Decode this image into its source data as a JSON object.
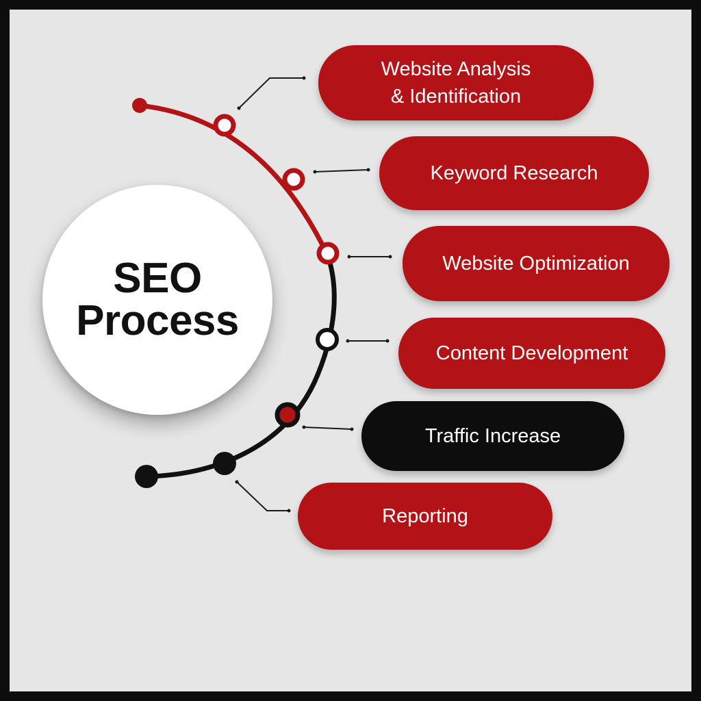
{
  "title": {
    "line1": "SEO",
    "line2": "Process"
  },
  "steps": [
    {
      "label_line1": "Website Analysis",
      "label_line2": "& Identification",
      "color": "#b31217"
    },
    {
      "label_line1": "Keyword Research",
      "label_line2": "",
      "color": "#b31217"
    },
    {
      "label_line1": "Website Optimization",
      "label_line2": "",
      "color": "#b31217"
    },
    {
      "label_line1": "Content Development",
      "label_line2": "",
      "color": "#b31217"
    },
    {
      "label_line1": "Traffic Increase",
      "label_line2": "",
      "color": "#0d0d0d"
    },
    {
      "label_line1": "Reporting",
      "label_line2": "",
      "color": "#b31217"
    }
  ],
  "colors": {
    "accent": "#b31217",
    "dark": "#111111",
    "background": "#e6e6e6",
    "frame": "#0d0d0d"
  }
}
